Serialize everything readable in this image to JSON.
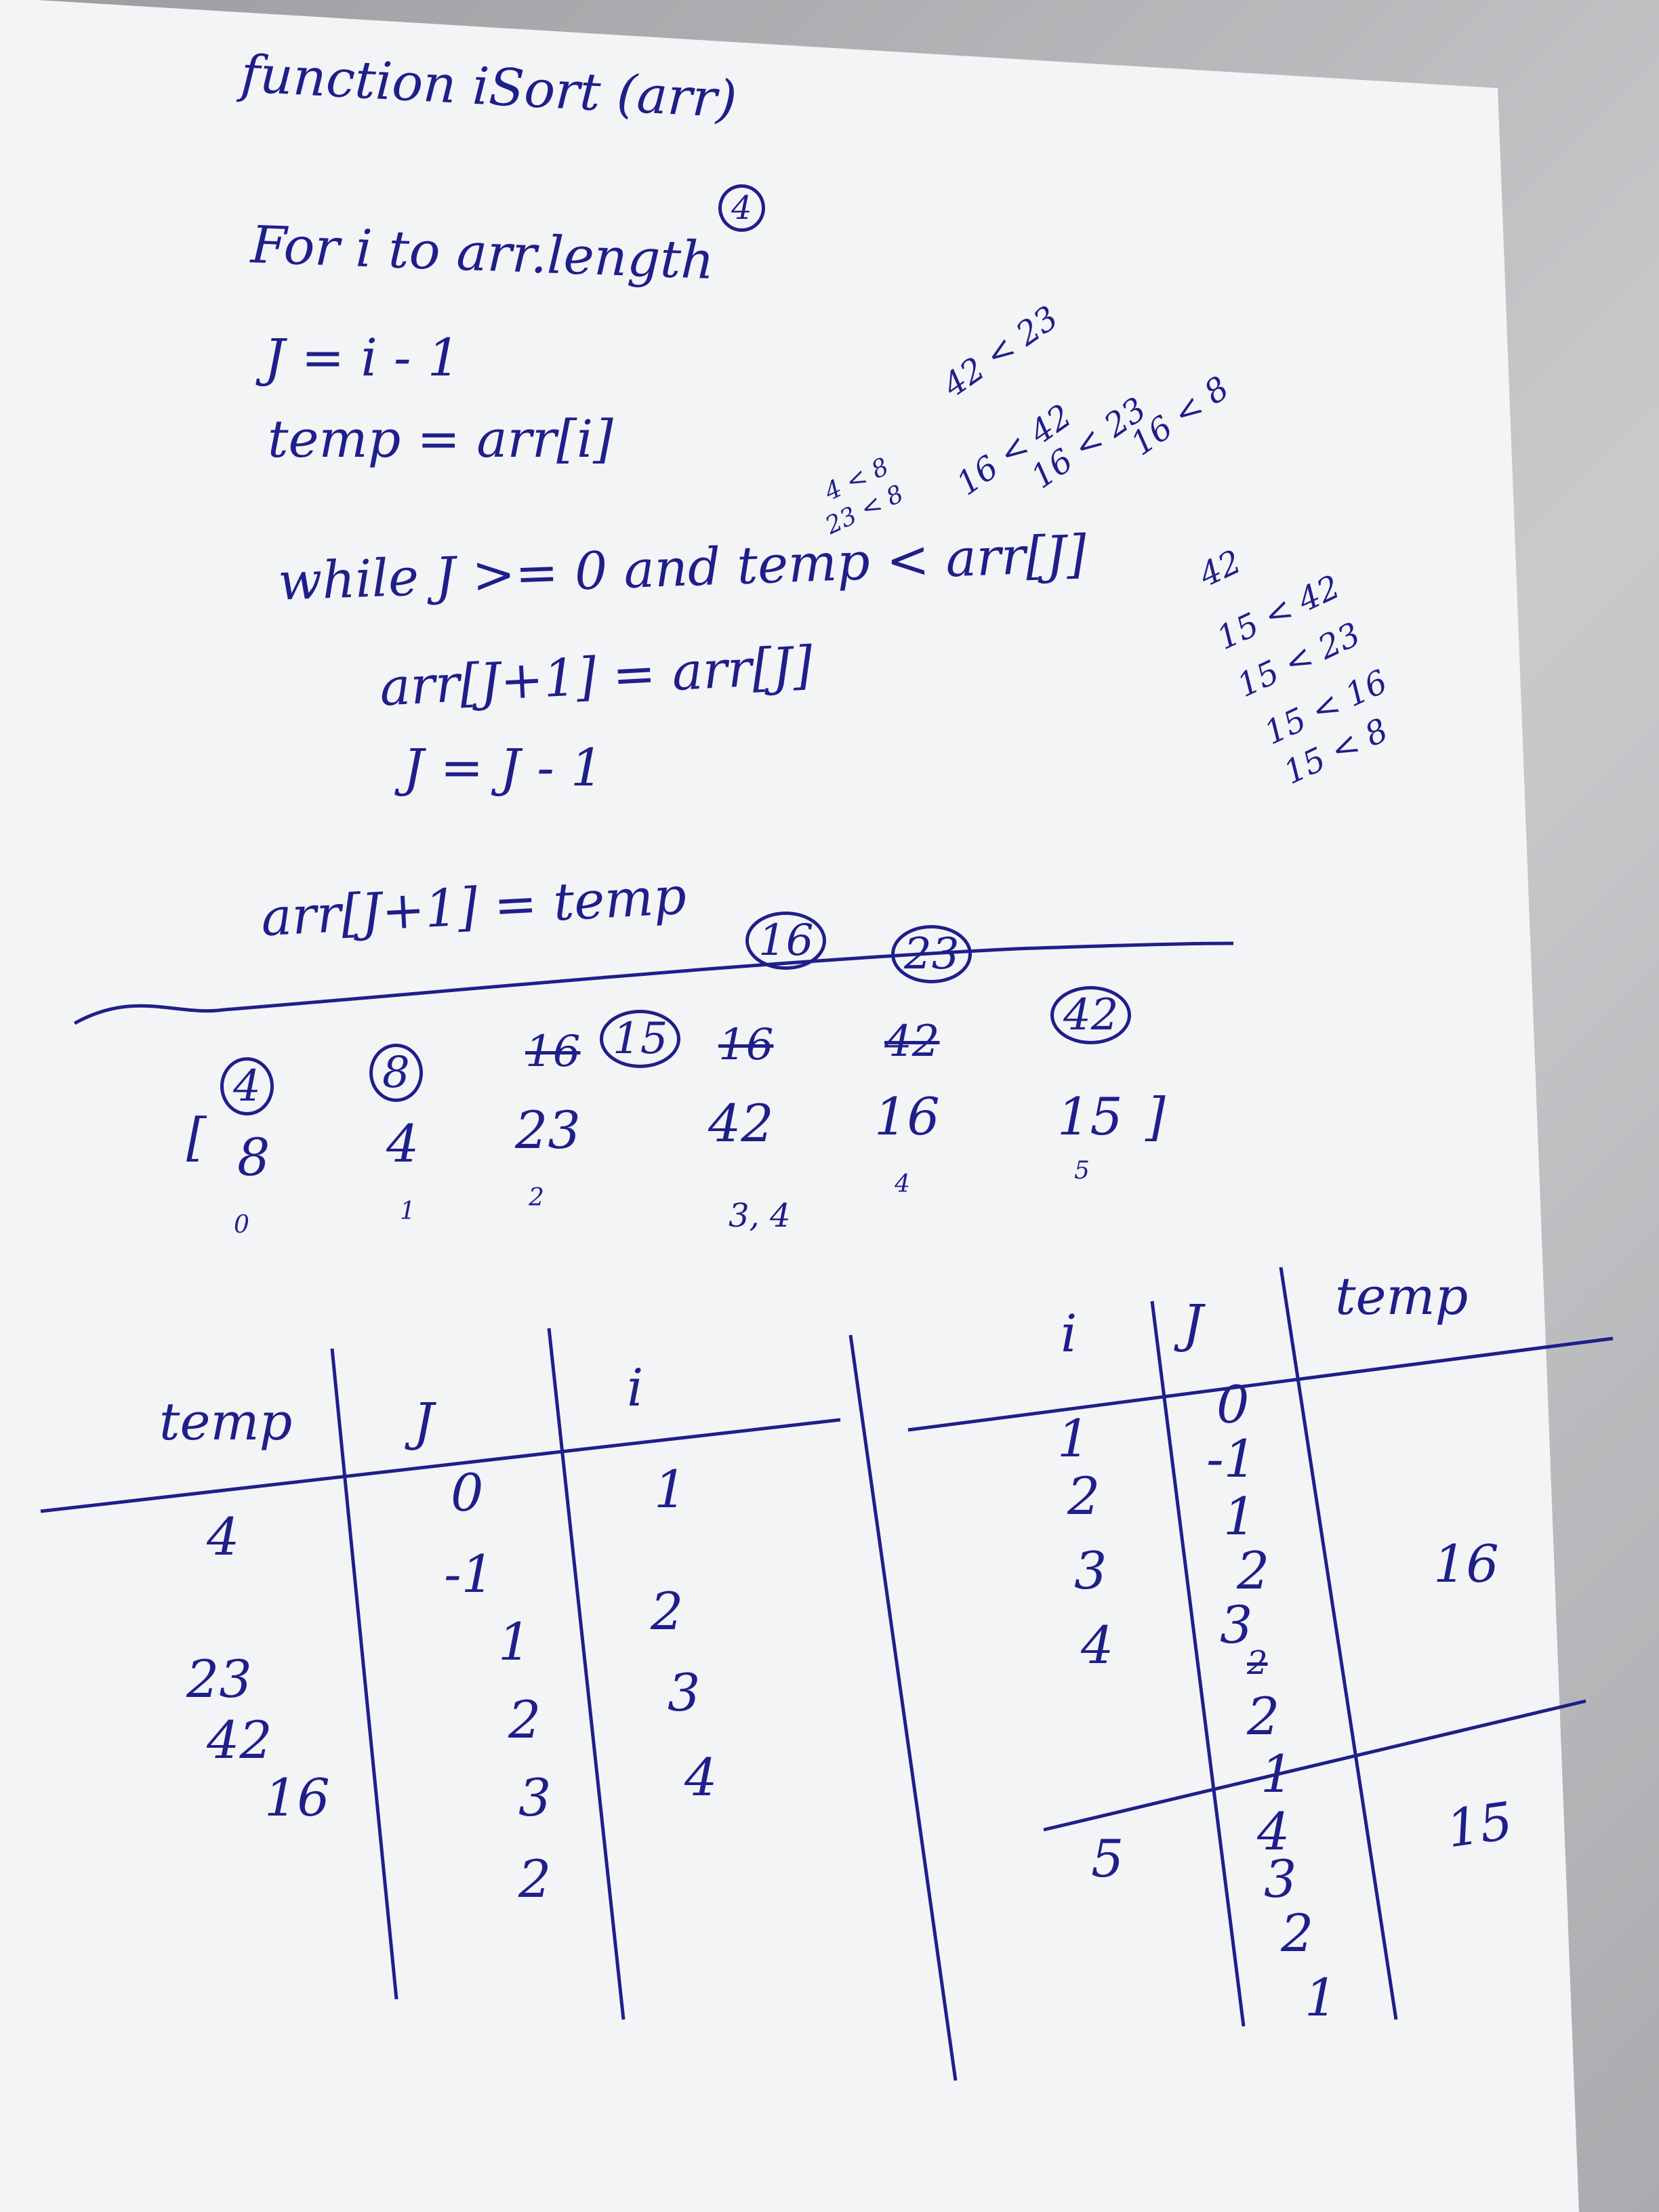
{
  "code": {
    "line1": "function iSort (arr)",
    "line2": "For i to arr.length",
    "line3": "J = i - 1",
    "line4": "temp = arr[i]",
    "line5": "while J >= 0 and temp < arr[J]",
    "line6": "arr[J+1] = arr[J]",
    "line7": "J = J - 1",
    "line8": "arr[J+1] = temp",
    "circled_note": "4"
  },
  "side_notes": {
    "group1": [
      "4 < 8",
      "23 < 8"
    ],
    "group2": [
      "42 < 23",
      "16 < 42",
      "16 < 23",
      "16 < 8"
    ],
    "group3": [
      "42",
      "15 < 42",
      "15 < 23",
      "15 < 16",
      "15 < 8"
    ]
  },
  "array_trace": {
    "open": "[",
    "close": "]",
    "items": [
      {
        "circled": "4",
        "value": "8",
        "index": "0"
      },
      {
        "circled": "8",
        "value": "4",
        "index": "1"
      },
      {
        "circled": "15",
        "struck": "16",
        "value": "23",
        "index": "2"
      },
      {
        "circled": "16",
        "struck": "16",
        "value": "42",
        "index": "3, 4"
      },
      {
        "circled": "23",
        "struck": "42",
        "value": "16",
        "index": "4"
      },
      {
        "circled": "42",
        "struck": "",
        "value": "15",
        "index": "5"
      }
    ]
  },
  "left_table": {
    "headers": [
      "temp",
      "J",
      "i"
    ],
    "temp_col": [
      "4",
      "23",
      "42",
      "16"
    ],
    "j_col": [
      "0",
      "-1",
      "1",
      "2",
      "3",
      "2"
    ],
    "i_col": [
      "1",
      "2",
      "3",
      "4"
    ]
  },
  "right_table": {
    "headers": [
      "i",
      "J",
      "temp"
    ],
    "i_col": [
      "1",
      "2",
      "3",
      "4",
      "5"
    ],
    "j_col": [
      "0",
      "-1",
      "1",
      "2",
      "3",
      "2",
      "2",
      "1",
      "4",
      "3",
      "2",
      "1"
    ],
    "temp_col": [
      "16",
      "15"
    ]
  },
  "colors": {
    "ink": "#1f1f8a",
    "paper": "#f4f5f7"
  }
}
